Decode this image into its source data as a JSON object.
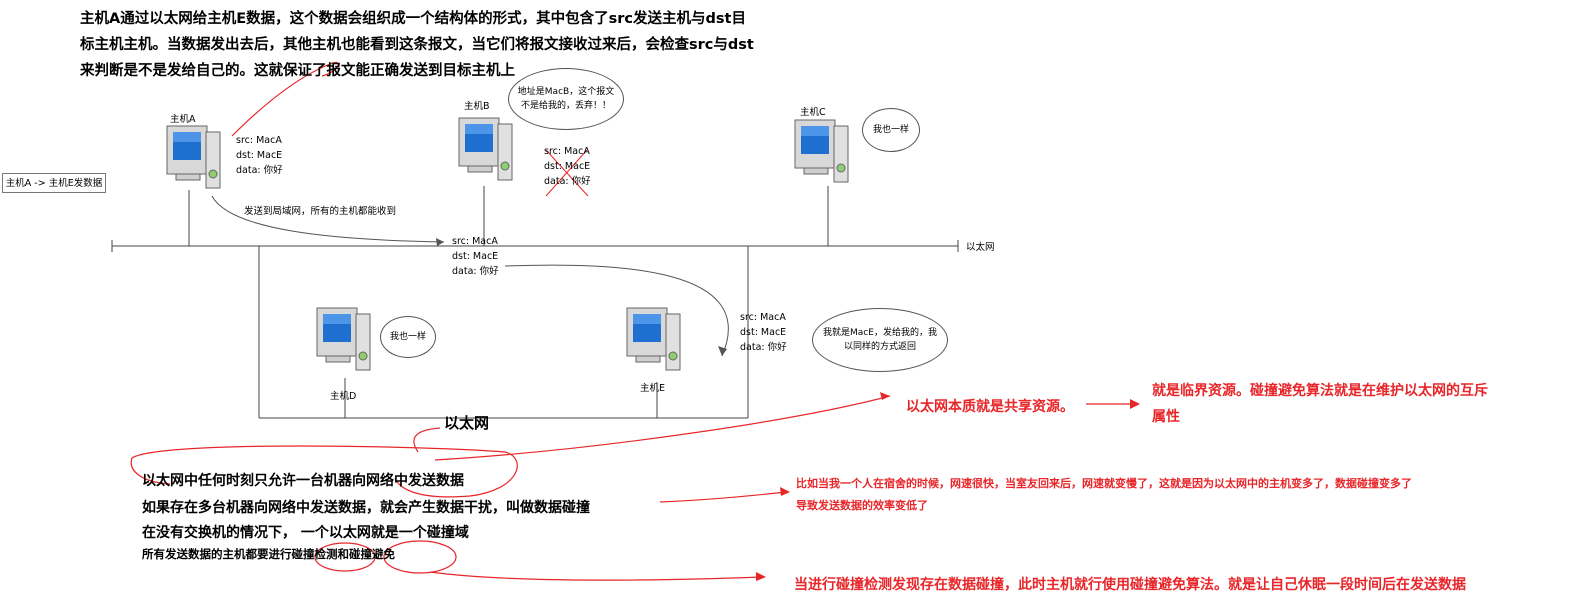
{
  "intro_text": "主机A通过以太网给主机E数据，这个数据会组织成一个结构体的形式，其中包含了src发送主机与dst目标主机主机。当数据发出去后，其他主机也能看到这条报文，当它们将报文接收过来后，会检查src与dst来判断是不是发给自己的。这就保证了报文能正确发送到目标主机上",
  "frame_box": "主机A -> 主机E发数据",
  "hosts": {
    "a": "主机A",
    "b": "主机B",
    "c": "主机C",
    "d": "主机D",
    "e": "主机E"
  },
  "packet": {
    "src": "src:  MacA",
    "dst": "dst:  MacE",
    "data": "data: 你好"
  },
  "broadcast_note": "发送到局域网，所有的主机都能收到",
  "ethernet_label": "以太网",
  "bubbles": {
    "b": "地址是MacB，这个报文不是给我的，丢弃！！",
    "c": "我也一样",
    "d": "我也一样",
    "e": "我就是MacE，发给我的，我以同样的方式返回"
  },
  "ethernet_title": "以太网",
  "notes": [
    "以太网中任何时刻只允许一台机器向网络中发送数据",
    "如果存在多台机器向网络中发送数据，就会产生数据干扰，叫做数据碰撞",
    "在没有交换机的情况下，  一个以太网就是一个碰撞域",
    "所有发送数据的主机都要进行碰撞检测和碰撞避免"
  ],
  "red_notes": {
    "shared_resource": "以太网本质就是共享资源。",
    "critical_resource_1": "就是临界资源。碰撞避免算法就是在维护以太网的互斥",
    "critical_resource_2": "属性",
    "example_1": "比如当我一个人在宿舍的时候，网速很快，当室友回来后，网速就变慢了，这就是因为以太网中的主机变多了，数据碰撞变多了",
    "example_2": "导致发送数据的效率变低了",
    "collision_avoid": "当进行碰撞检测发现存在数据碰撞，此时主机就行使用碰撞避免算法。就是让自己休眠一段时间后在发送数据"
  },
  "colors": {
    "annotation_red": "#e8262a",
    "monitor_blue": "#1f6fd0",
    "line_gray": "#444444"
  }
}
